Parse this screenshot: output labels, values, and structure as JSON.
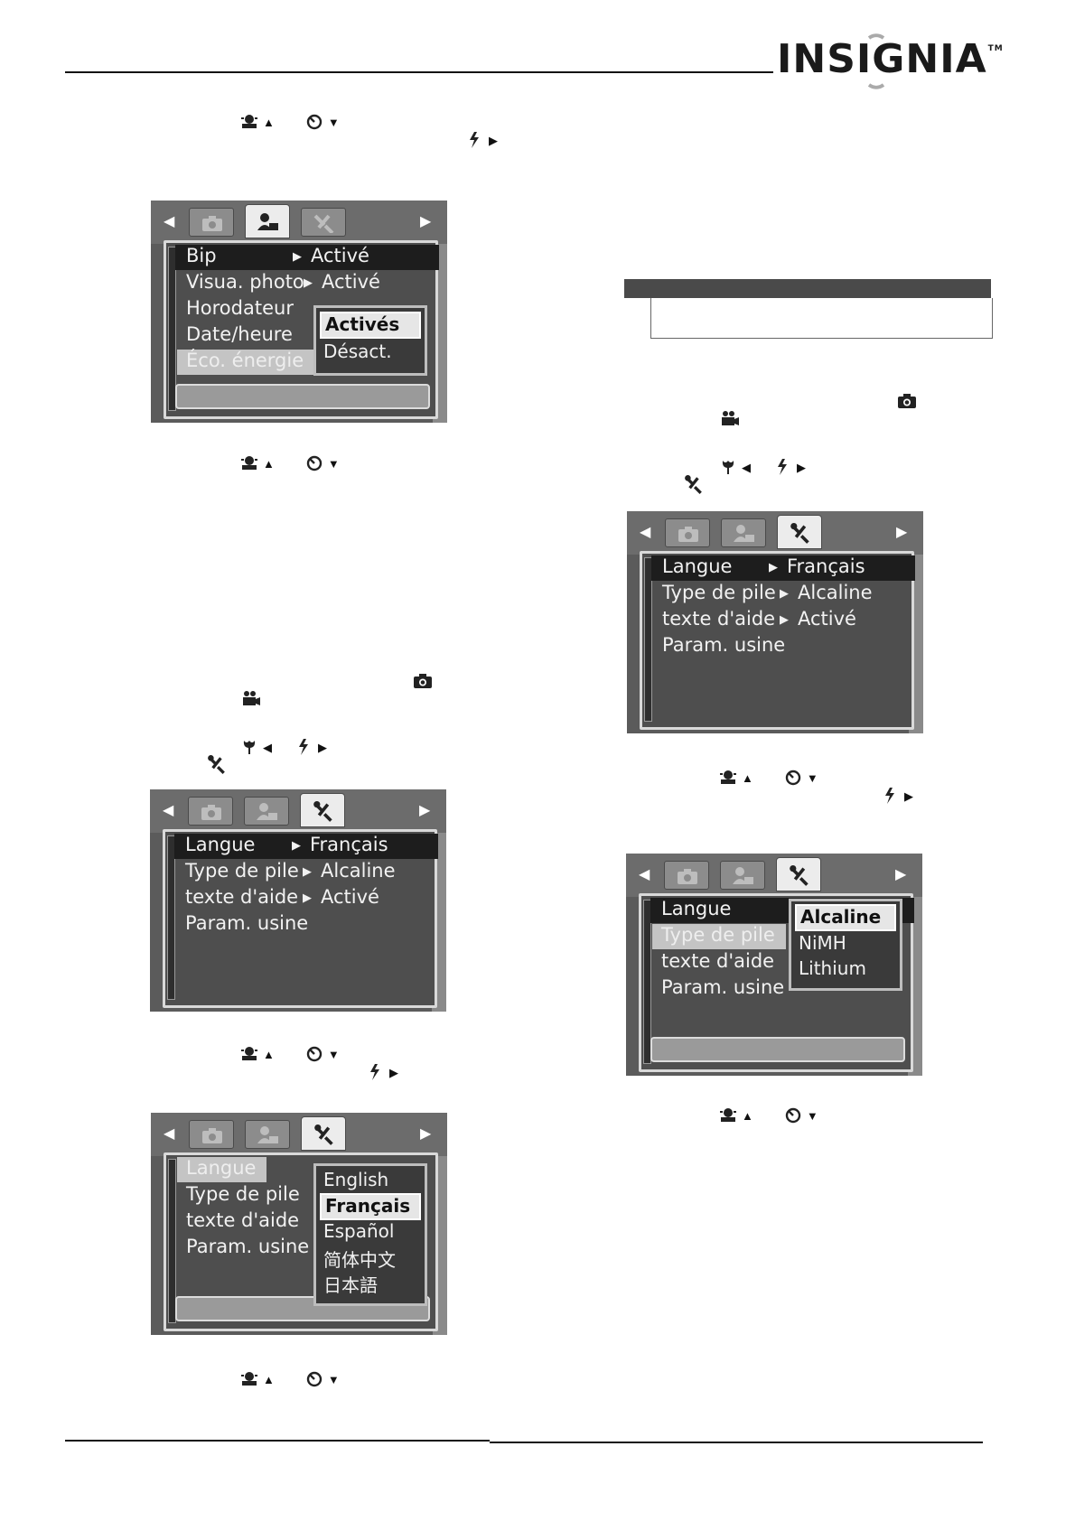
{
  "header": {
    "brand": "INSIGNIA",
    "trademark": "TM"
  },
  "screens": {
    "beep": {
      "rows": [
        "Bip",
        "Visua. photo",
        "Horodateur",
        "Date/heure",
        "Éco. énergie"
      ],
      "values": [
        "Activé",
        "Activé"
      ],
      "options": [
        "Activés",
        "Désact."
      ]
    },
    "setup_main_left": {
      "rows": [
        "Langue",
        "Type de pile",
        "texte d'aide",
        "Param. usine"
      ],
      "values": [
        "Français",
        "Alcaline",
        "Activé"
      ]
    },
    "language": {
      "rows": [
        "Langue",
        "Type de pile",
        "texte d'aide",
        "Param. usine"
      ],
      "options": [
        "English",
        "Français",
        "Español",
        "简体中文",
        "日本語"
      ]
    },
    "setup_main_right": {
      "rows": [
        "Langue",
        "Type de pile",
        "texte d'aide",
        "Param. usine"
      ],
      "values": [
        "Français",
        "Alcaline",
        "Activé"
      ]
    },
    "battery": {
      "rows": [
        "Langue",
        "Type de pile",
        "texte d'aide",
        "Param. usine"
      ],
      "options": [
        "Alcaline",
        "NiMH",
        "Lithium"
      ]
    }
  },
  "glyphs": {
    "up": "▲",
    "down": "▼",
    "left": "◀",
    "right": "▶"
  }
}
